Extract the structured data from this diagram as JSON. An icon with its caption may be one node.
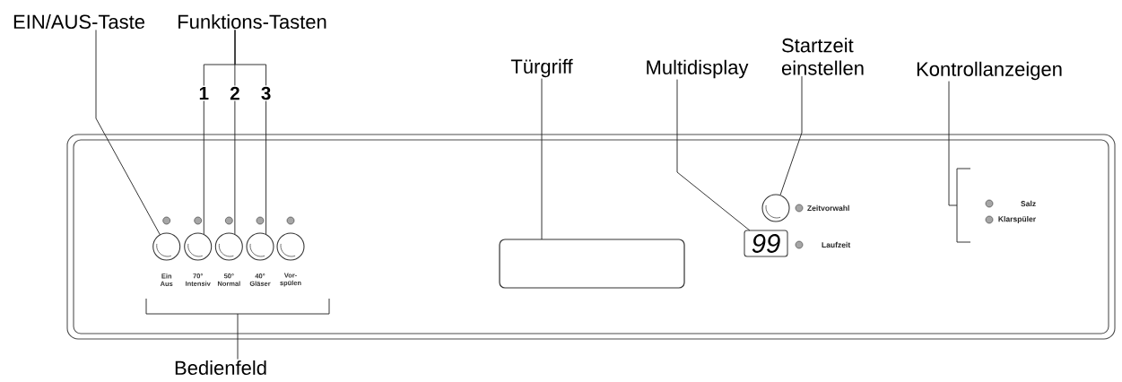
{
  "diagram": {
    "nodes": [
      {
        "text": [
          "EIN/AUS-Taste"
        ]
      },
      {
        "text": [
          "Funktions-Tasten"
        ]
      },
      {
        "text": [
          "Türgriff"
        ]
      },
      {
        "text": [
          "Multidisplay"
        ]
      },
      {
        "text": [
          "Startzeit einstellen"
        ]
      },
      {
        "text": [
          "Kontrollanzeigen"
        ]
      },
      {
        "text": [
          "1"
        ]
      },
      {
        "text": [
          "2"
        ]
      },
      {
        "text": [
          "3"
        ]
      },
      {
        "text": [],
        "shape": "circle",
        "beside": [
          "Ein Aus"
        ]
      },
      {
        "text": [],
        "shape": "circle",
        "beside": [
          "70° Intensiv"
        ]
      },
      {
        "text": [],
        "shape": "circle",
        "beside": [
          "50° Normal"
        ]
      },
      {
        "text": [],
        "shape": "circle",
        "beside": [
          "40° Gläser"
        ]
      },
      {
        "text": [],
        "shape": "circle",
        "beside": [
          "Vor- spülen"
        ]
      },
      {
        "text": [],
        "shape": "box"
      },
      {
        "text": [],
        "shape": "circle"
      },
      {
        "text": [
          "99"
        ]
      },
      {
        "text": [],
        "shape": "bracket"
      },
      {
        "text": [],
        "shape": "bracket"
      },
      {
        "text": [
          "Bedienfeld"
        ]
      }
    ],
    "edges": [
      {
        "from": 0,
        "to": 9,
        "arrow": "none"
      },
      {
        "from": 1,
        "to": 6,
        "arrow": "none"
      },
      {
        "from": 1,
        "to": 7,
        "arrow": "none"
      },
      {
        "from": 1,
        "to": 8,
        "arrow": "none"
      },
      {
        "from": 6,
        "to": 10,
        "arrow": "none"
      },
      {
        "from": 7,
        "to": 11,
        "arrow": "none"
      },
      {
        "from": 8,
        "to": 12,
        "arrow": "none"
      },
      {
        "from": 2,
        "to": 14,
        "arrow": "none"
      },
      {
        "from": 3,
        "to": 16,
        "arrow": "none"
      },
      {
        "from": 4,
        "to": 15,
        "arrow": "none"
      },
      {
        "from": 5,
        "to": 17,
        "arrow": "none"
      },
      {
        "from": 19,
        "to": 18,
        "arrow": "none"
      }
    ],
    "labels": [
      "Zeitvorwahl",
      "Laufzeit",
      "Salz",
      "Klarspüler"
    ]
  }
}
